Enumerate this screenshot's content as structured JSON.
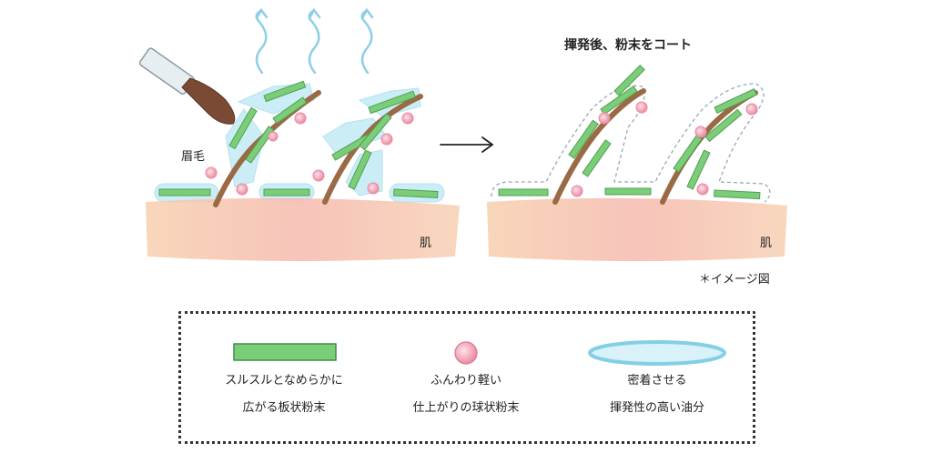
{
  "diagram": {
    "title": "揮発後、粉末をコート",
    "label_brow": "眉毛",
    "label_skin_left": "肌",
    "label_skin_right": "肌",
    "note": "＊イメージ図",
    "arrow_icon": "right-arrow",
    "colors": {
      "skin": "#f6c9b2",
      "plate": "#6cc36f",
      "sphere": "#f29bb0",
      "oil": "#8ed6ec",
      "hair": "#9a6a45"
    }
  },
  "legend": {
    "items": [
      {
        "line1": "スルスルとなめらかに",
        "line2": "広がる板状粉末"
      },
      {
        "line1": "ふんわり軽い",
        "line2": "仕上がりの球状粉末"
      },
      {
        "line1": "密着させる",
        "line2": "揮発性の高い油分"
      }
    ]
  }
}
